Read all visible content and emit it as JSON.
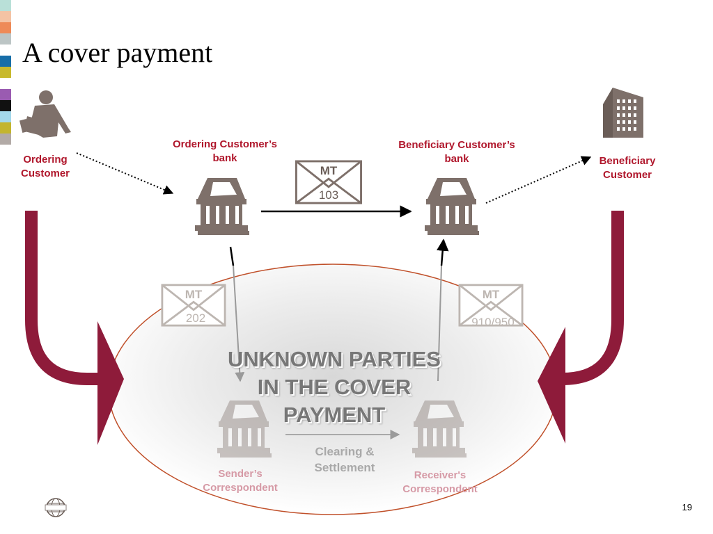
{
  "slide": {
    "title": "A cover payment",
    "page_number": "19",
    "stripe_colors": [
      "#b9e0d8",
      "#f4c3a4",
      "#ee8a58",
      "#bcc5c5",
      "#ffffff",
      "#176ea8",
      "#c8b92d",
      "#ffffff",
      "#9a5bb1",
      "#111111",
      "#a3d8ea",
      "#c3b52e",
      "#b2aaa6"
    ]
  },
  "colors": {
    "accent": "#8e1b3a",
    "label": "#b0172c",
    "icon": "#7e706a",
    "faded_icon": "#c5bfbb",
    "ellipse_stroke": "#c0502a"
  },
  "parties": {
    "ordering_customer": {
      "line1": "Ordering",
      "line2": "Customer"
    },
    "ordering_bank": {
      "line1": "Ordering Customer’s",
      "line2": "bank"
    },
    "beneficiary_bank": {
      "line1": "Beneficiary Customer’s",
      "line2": "bank"
    },
    "beneficiary_customer": {
      "line1": "Beneficiary",
      "line2": "Customer"
    },
    "sender_correspondent": {
      "line1": "Sender’s",
      "line2": "Correspondent"
    },
    "receiver_correspondent": {
      "line1": "Receiver's",
      "line2": "Correspondent"
    }
  },
  "messages": {
    "mt103": {
      "prefix": "MT",
      "number": "103"
    },
    "mt202": {
      "prefix": "MT",
      "number": "202"
    },
    "mt910": {
      "prefix": "MT",
      "number": "910/950"
    }
  },
  "unknown_parties": {
    "line1": "UNKNOWN PARTIES",
    "line2": "IN THE COVER",
    "line3": "PAYMENT"
  },
  "clearing": {
    "line1": "Clearing &",
    "line2": "Settlement"
  },
  "icons": {
    "person": "person-with-briefcase-icon",
    "building": "office-building-icon",
    "bank": "bank-icon",
    "envelope": "envelope-icon",
    "logo": "swift-globe-logo"
  }
}
